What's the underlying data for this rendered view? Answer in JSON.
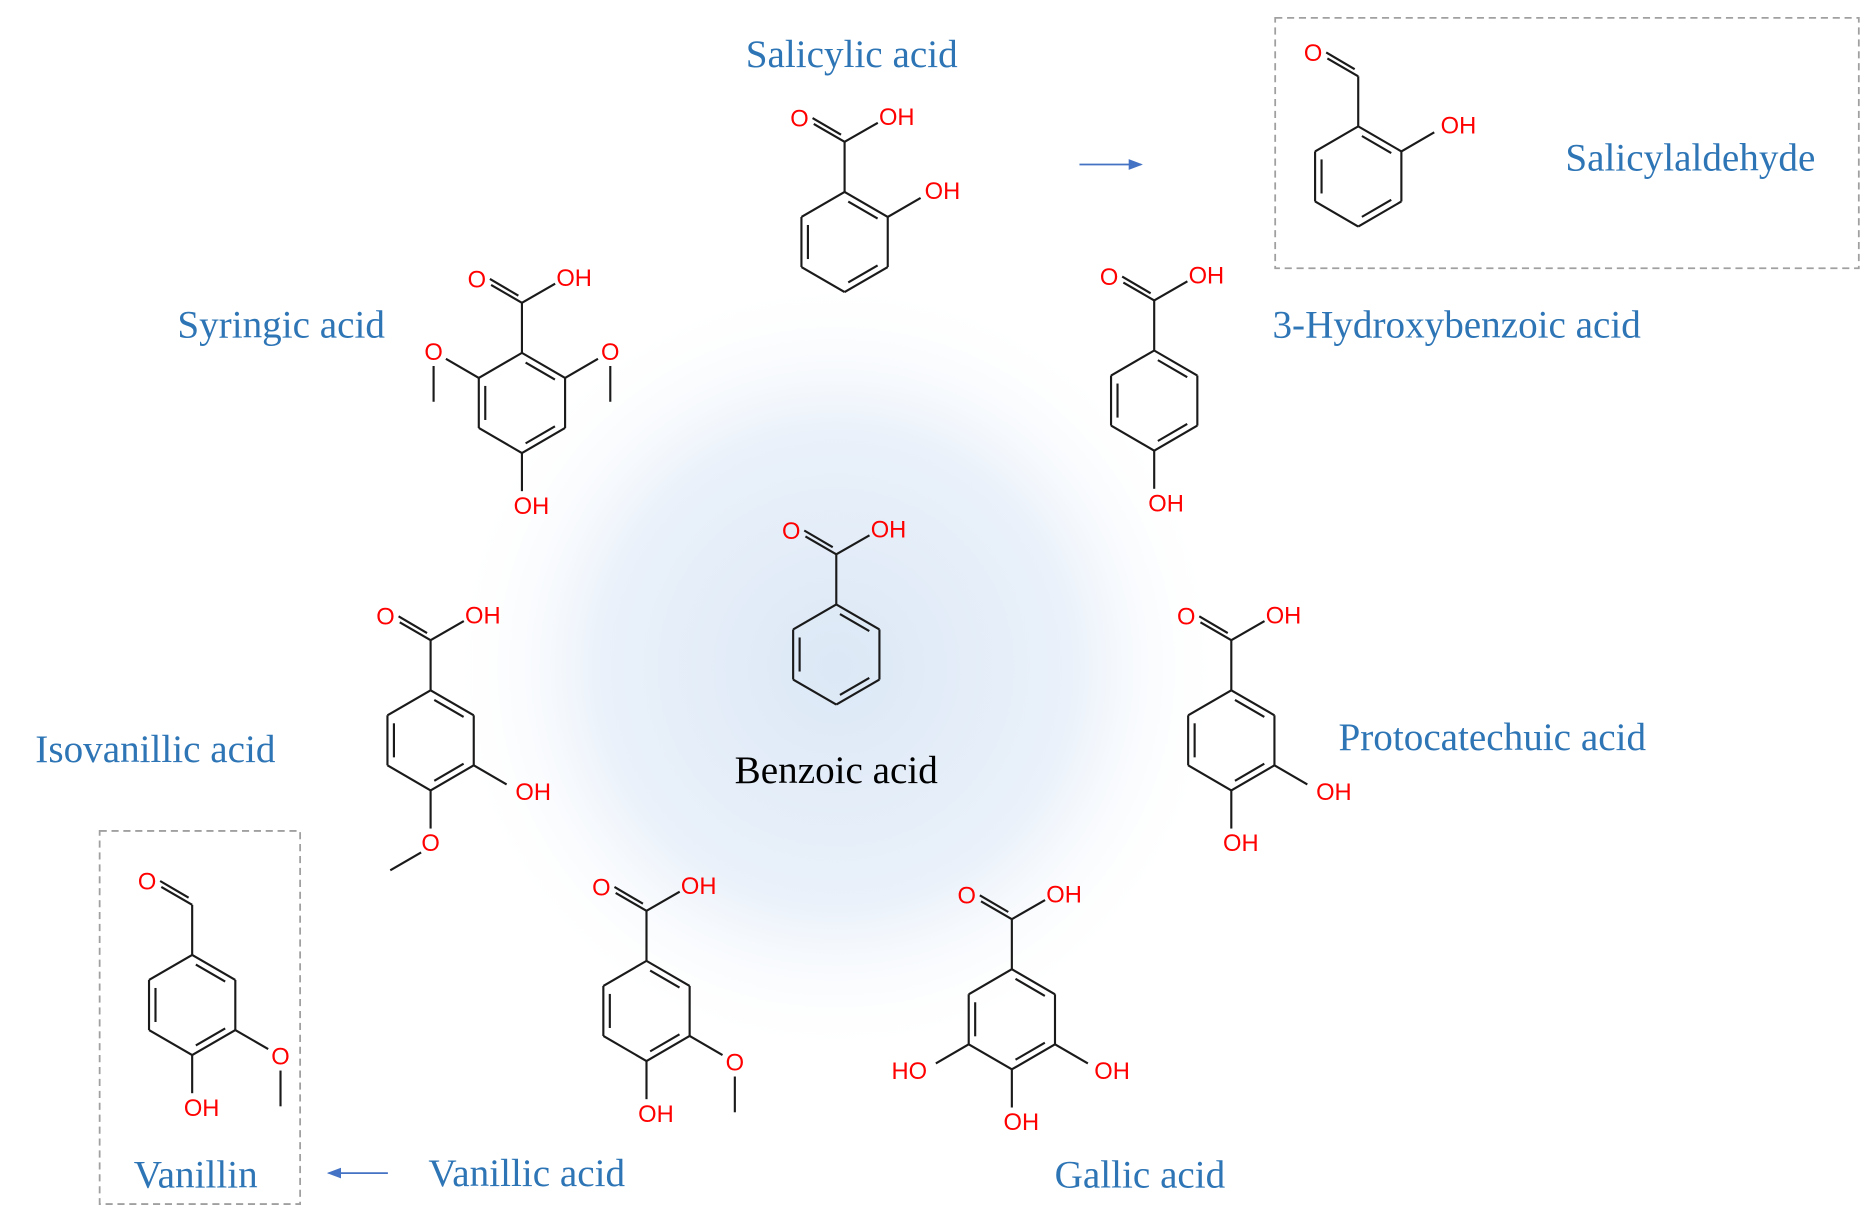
{
  "colors": {
    "label": "#2e75b6",
    "center_label": "#000000",
    "atom": "#ff0000",
    "bond": "#1a1a1a",
    "arrow": "#4472c4",
    "glow": "#dce8f6",
    "box": "#a0a0a0"
  },
  "center": {
    "name": "Benzoic acid"
  },
  "compounds": [
    {
      "id": "salicylic",
      "name": "Salicylic acid",
      "atoms": [
        "O",
        "OH",
        "OH"
      ]
    },
    {
      "id": "salicylaldehyde",
      "name": "Salicylaldehyde",
      "atoms": [
        "O",
        "OH"
      ],
      "boxed": true
    },
    {
      "id": "hydroxybenzoic",
      "name": "3-Hydroxybenzoic acid",
      "atoms": [
        "O",
        "OH",
        "OH"
      ]
    },
    {
      "id": "protocatechuic",
      "name": "Protocatechuic acid",
      "atoms": [
        "O",
        "OH",
        "OH",
        "OH"
      ]
    },
    {
      "id": "gallic",
      "name": "Gallic acid",
      "atoms": [
        "O",
        "OH",
        "HO",
        "OH",
        "OH"
      ]
    },
    {
      "id": "vanillic",
      "name": "Vanillic acid",
      "atoms": [
        "O",
        "OH",
        "O",
        "OH"
      ]
    },
    {
      "id": "vanillin",
      "name": "Vanillin",
      "atoms": [
        "O",
        "O",
        "OH"
      ],
      "boxed": true
    },
    {
      "id": "isovanillic",
      "name": "Isovanillic acid",
      "atoms": [
        "O",
        "OH",
        "OH",
        "O"
      ]
    },
    {
      "id": "syringic",
      "name": "Syringic acid",
      "atoms": [
        "O",
        "OH",
        "O",
        "O",
        "OH"
      ]
    },
    {
      "id": "benzoic",
      "name": "",
      "atoms": [
        "O",
        "OH"
      ]
    }
  ],
  "arrows": [
    {
      "from": "Salicylic acid",
      "to": "Salicylaldehyde"
    },
    {
      "from": "Vanillic acid",
      "to": "Vanillin"
    }
  ]
}
